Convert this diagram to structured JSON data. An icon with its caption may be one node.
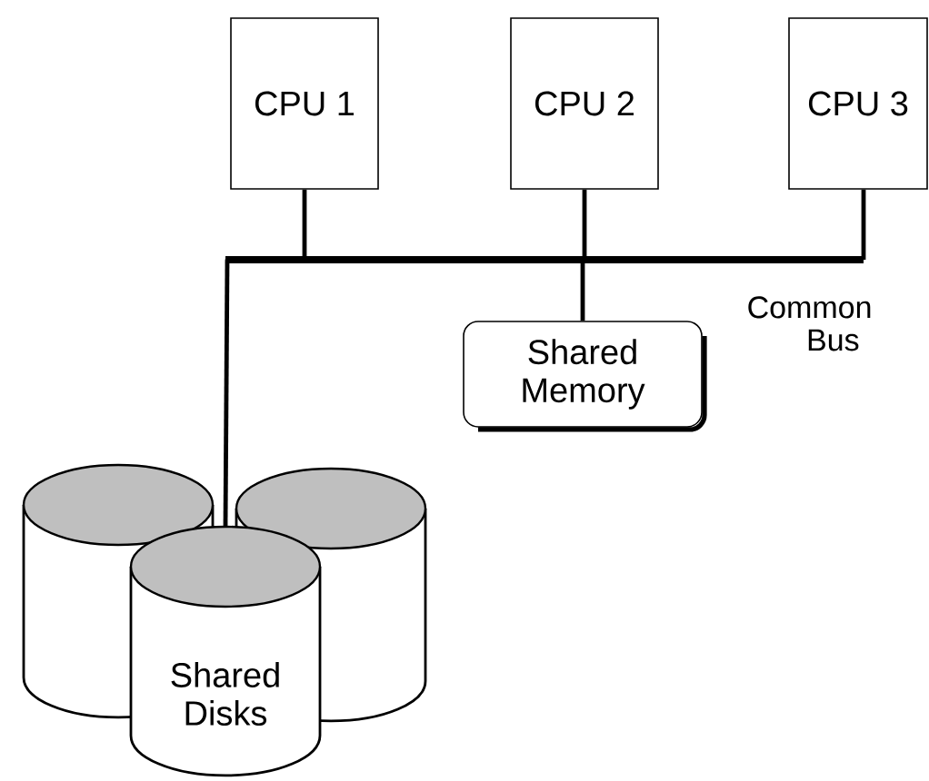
{
  "diagram": {
    "nodes": [
      {
        "text": [
          "CPU 1"
        ]
      },
      {
        "text": [
          "CPU 2"
        ]
      },
      {
        "text": [
          "CPU 3"
        ]
      },
      {
        "text": [],
        "shape": "bar",
        "beside": [
          "Common Bus"
        ]
      },
      {
        "text": [
          "Shared Memory"
        ]
      },
      {
        "text": [
          "Shared Disks"
        ]
      }
    ],
    "edges": [
      {
        "from": 0,
        "to": 3,
        "arrow": "none"
      },
      {
        "from": 1,
        "to": 3,
        "arrow": "none"
      },
      {
        "from": 2,
        "to": 3,
        "arrow": "none"
      },
      {
        "from": 3,
        "to": 4,
        "arrow": "none"
      },
      {
        "from": 3,
        "to": 5,
        "arrow": "none"
      }
    ]
  }
}
